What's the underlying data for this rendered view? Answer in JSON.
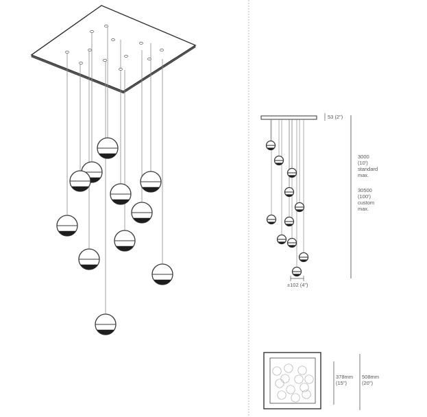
{
  "dimensions": {
    "canopy_height": {
      "value": "53",
      "imperial": "(2\")"
    },
    "standard_drop": {
      "value": "3000",
      "imperial": "(10')",
      "note_line1": "standard",
      "note_line2": "max."
    },
    "custom_drop": {
      "value": "30500",
      "imperial": "(100')",
      "note_line1": "custom",
      "note_line2": "max."
    },
    "globe_diameter": {
      "text": "±102 (4\")"
    },
    "inner_plate": {
      "value": "378mm",
      "imperial": "(15\")"
    },
    "outer_plate": {
      "value": "508mm",
      "imperial": "(20\")"
    }
  },
  "fixture": {
    "pendant_count": 12,
    "line_color": "#3a3a3a",
    "cable_color": "#8a8a8a",
    "divider_color": "#aaaaaa"
  }
}
